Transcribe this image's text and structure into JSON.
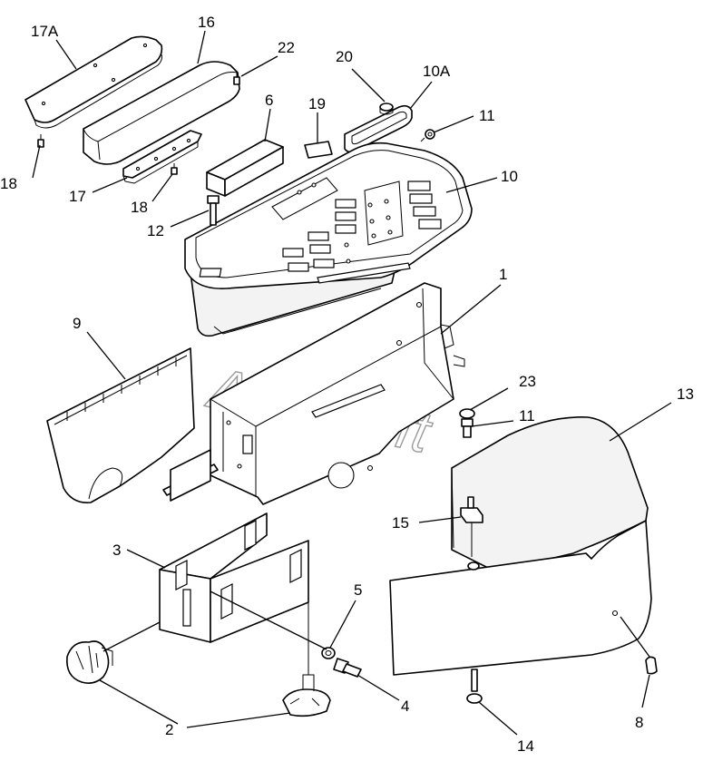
{
  "watermark": "AutoSoft",
  "callouts": {
    "c17A": "17A",
    "c16": "16",
    "c22": "22",
    "c20": "20",
    "c10A": "10A",
    "c11a": "11",
    "c6": "6",
    "c19": "19",
    "c10": "10",
    "c18a": "18",
    "c17": "17",
    "c18b": "18",
    "c12": "12",
    "c1": "1",
    "c9": "9",
    "c23": "23",
    "c11b": "11",
    "c13": "13",
    "c15": "15",
    "c3": "3",
    "c5": "5",
    "c4": "4",
    "c2": "2",
    "c14": "14",
    "c8": "8"
  }
}
